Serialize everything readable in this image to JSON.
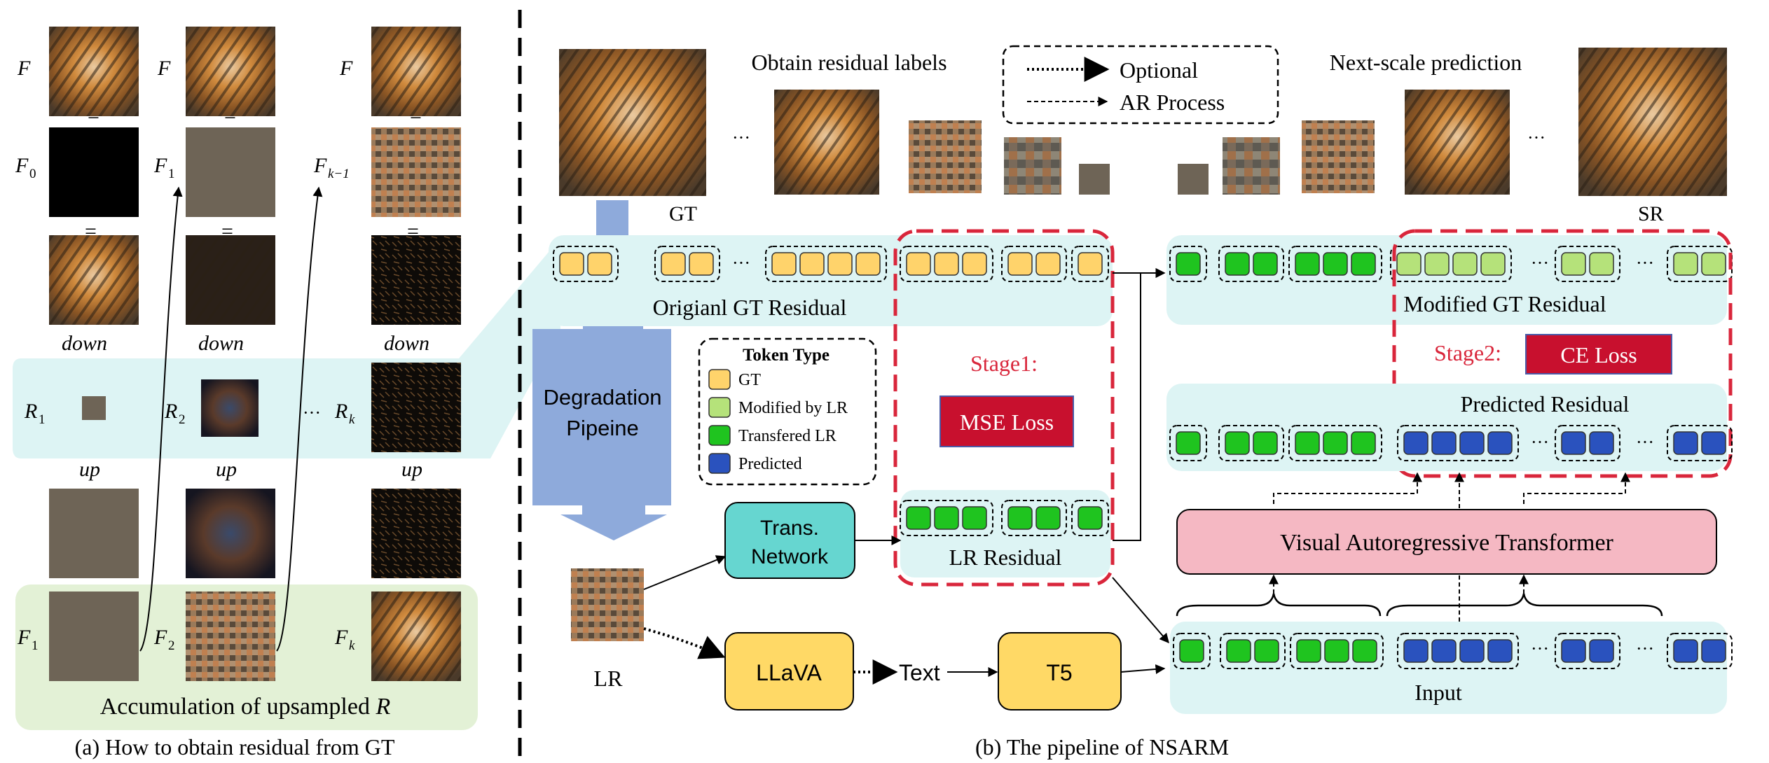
{
  "colors": {
    "token_gt": "#FFD36B",
    "token_modified": "#B5E27A",
    "token_transferred": "#1FC41F",
    "token_predicted": "#2A52BE",
    "cyan_panel": "#DDF4F4",
    "green_panel": "#E3F1D6",
    "stage_red": "#D9263B",
    "loss_box": "#C8102E",
    "transformer_box": "#F5B8C3",
    "trans_network": "#66D6D0",
    "yellow_box": "#FFD966",
    "degradation_arrow": "#8EAADB",
    "tiger_orange": "#C77A2E",
    "flat_brown": "#6E6456"
  },
  "panel_a": {
    "labels": {
      "F": "F",
      "F0": "F",
      "F0_sub": "0",
      "F1_top": "F",
      "F1_top_sub": "1",
      "Fk1": "F",
      "Fk1_sub": "k−1",
      "minus": "−",
      "equals": "=",
      "down": "down",
      "up": "up",
      "R1": "R",
      "R1_sub": "1",
      "R2": "R",
      "R2_sub": "2",
      "Rk": "R",
      "Rk_sub": "k",
      "ellipsis": "···",
      "F1_bottom": "F",
      "F1_bottom_sub": "1",
      "F2": "F",
      "F2_sub": "2",
      "Fk": "F",
      "Fk_sub": "k"
    },
    "accumulation_text": "Accumulation of upsampled ",
    "accumulation_var": "R",
    "caption": "(a) How to obtain residual from GT"
  },
  "panel_b": {
    "obtain_residual_labels": "Obtain residual labels",
    "next_scale_prediction": "Next-scale prediction",
    "legend_optional": "Optional",
    "legend_ar_process": "AR Process",
    "gt_label": "GT",
    "sr_label": "SR",
    "ellipsis": "···",
    "original_gt_residual": "Origianl GT Residual",
    "modified_gt_residual": "Modified GT Residual",
    "degradation_line1": "Degradation",
    "degradation_line2": "Pipeine",
    "token_type_title": "Token Type",
    "token_types": [
      "GT",
      "Modified by LR",
      "Transfered LR",
      "Predicted"
    ],
    "stage1": "Stage1:",
    "mse_loss": "MSE Loss",
    "stage2": "Stage2:",
    "ce_loss": "CE Loss",
    "predicted_residual": "Predicted Residual",
    "trans_network_line1": "Trans.",
    "trans_network_line2": "Network",
    "lr_residual": "LR Residual",
    "visual_autoregressive_transformer": "Visual Autoregressive Transformer",
    "lr_label": "LR",
    "llava": "LLaVA",
    "text": "Text",
    "t5": "T5",
    "input": "Input",
    "caption": "(b) The pipeline of NSARM"
  }
}
